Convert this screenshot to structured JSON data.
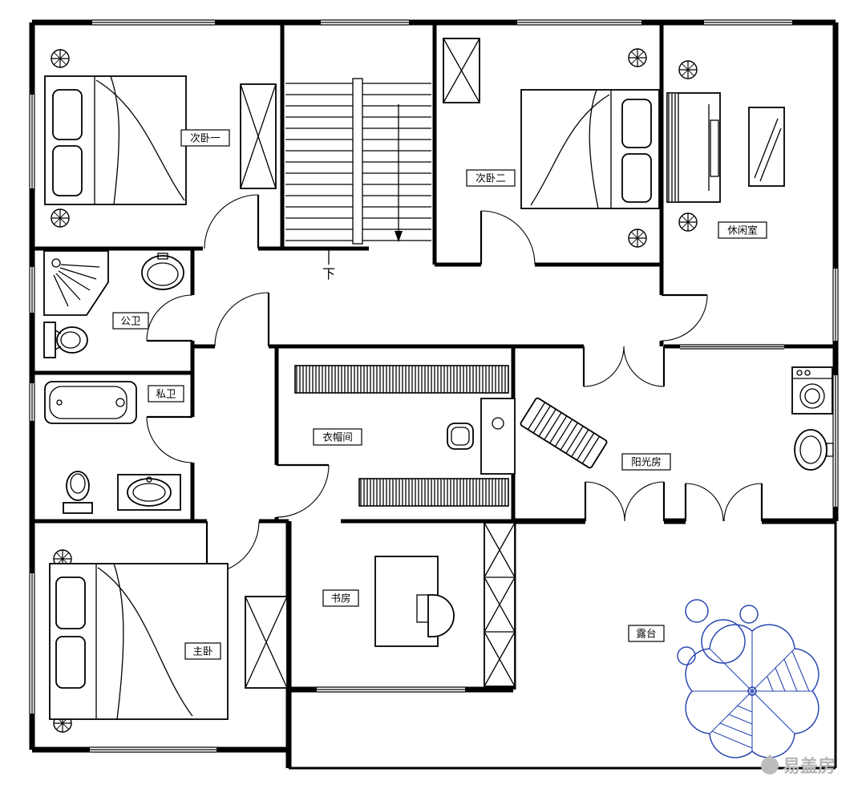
{
  "floor_plan": {
    "labels": {
      "bedroom1": "次卧一",
      "bedroom2": "次卧二",
      "leisure": "休闲室",
      "public_bath": "公卫",
      "private_bath": "私卫",
      "cloakroom": "衣帽间",
      "sunroom": "阳光房",
      "master": "主卧",
      "study": "书房",
      "terrace": "露台",
      "stairs_down": "下"
    },
    "watermark": "易盖房",
    "colors": {
      "line": "#000000",
      "accent_blue": "#2b49b1",
      "watermark_gray": "#b5b5b5",
      "background": "#ffffff"
    }
  }
}
